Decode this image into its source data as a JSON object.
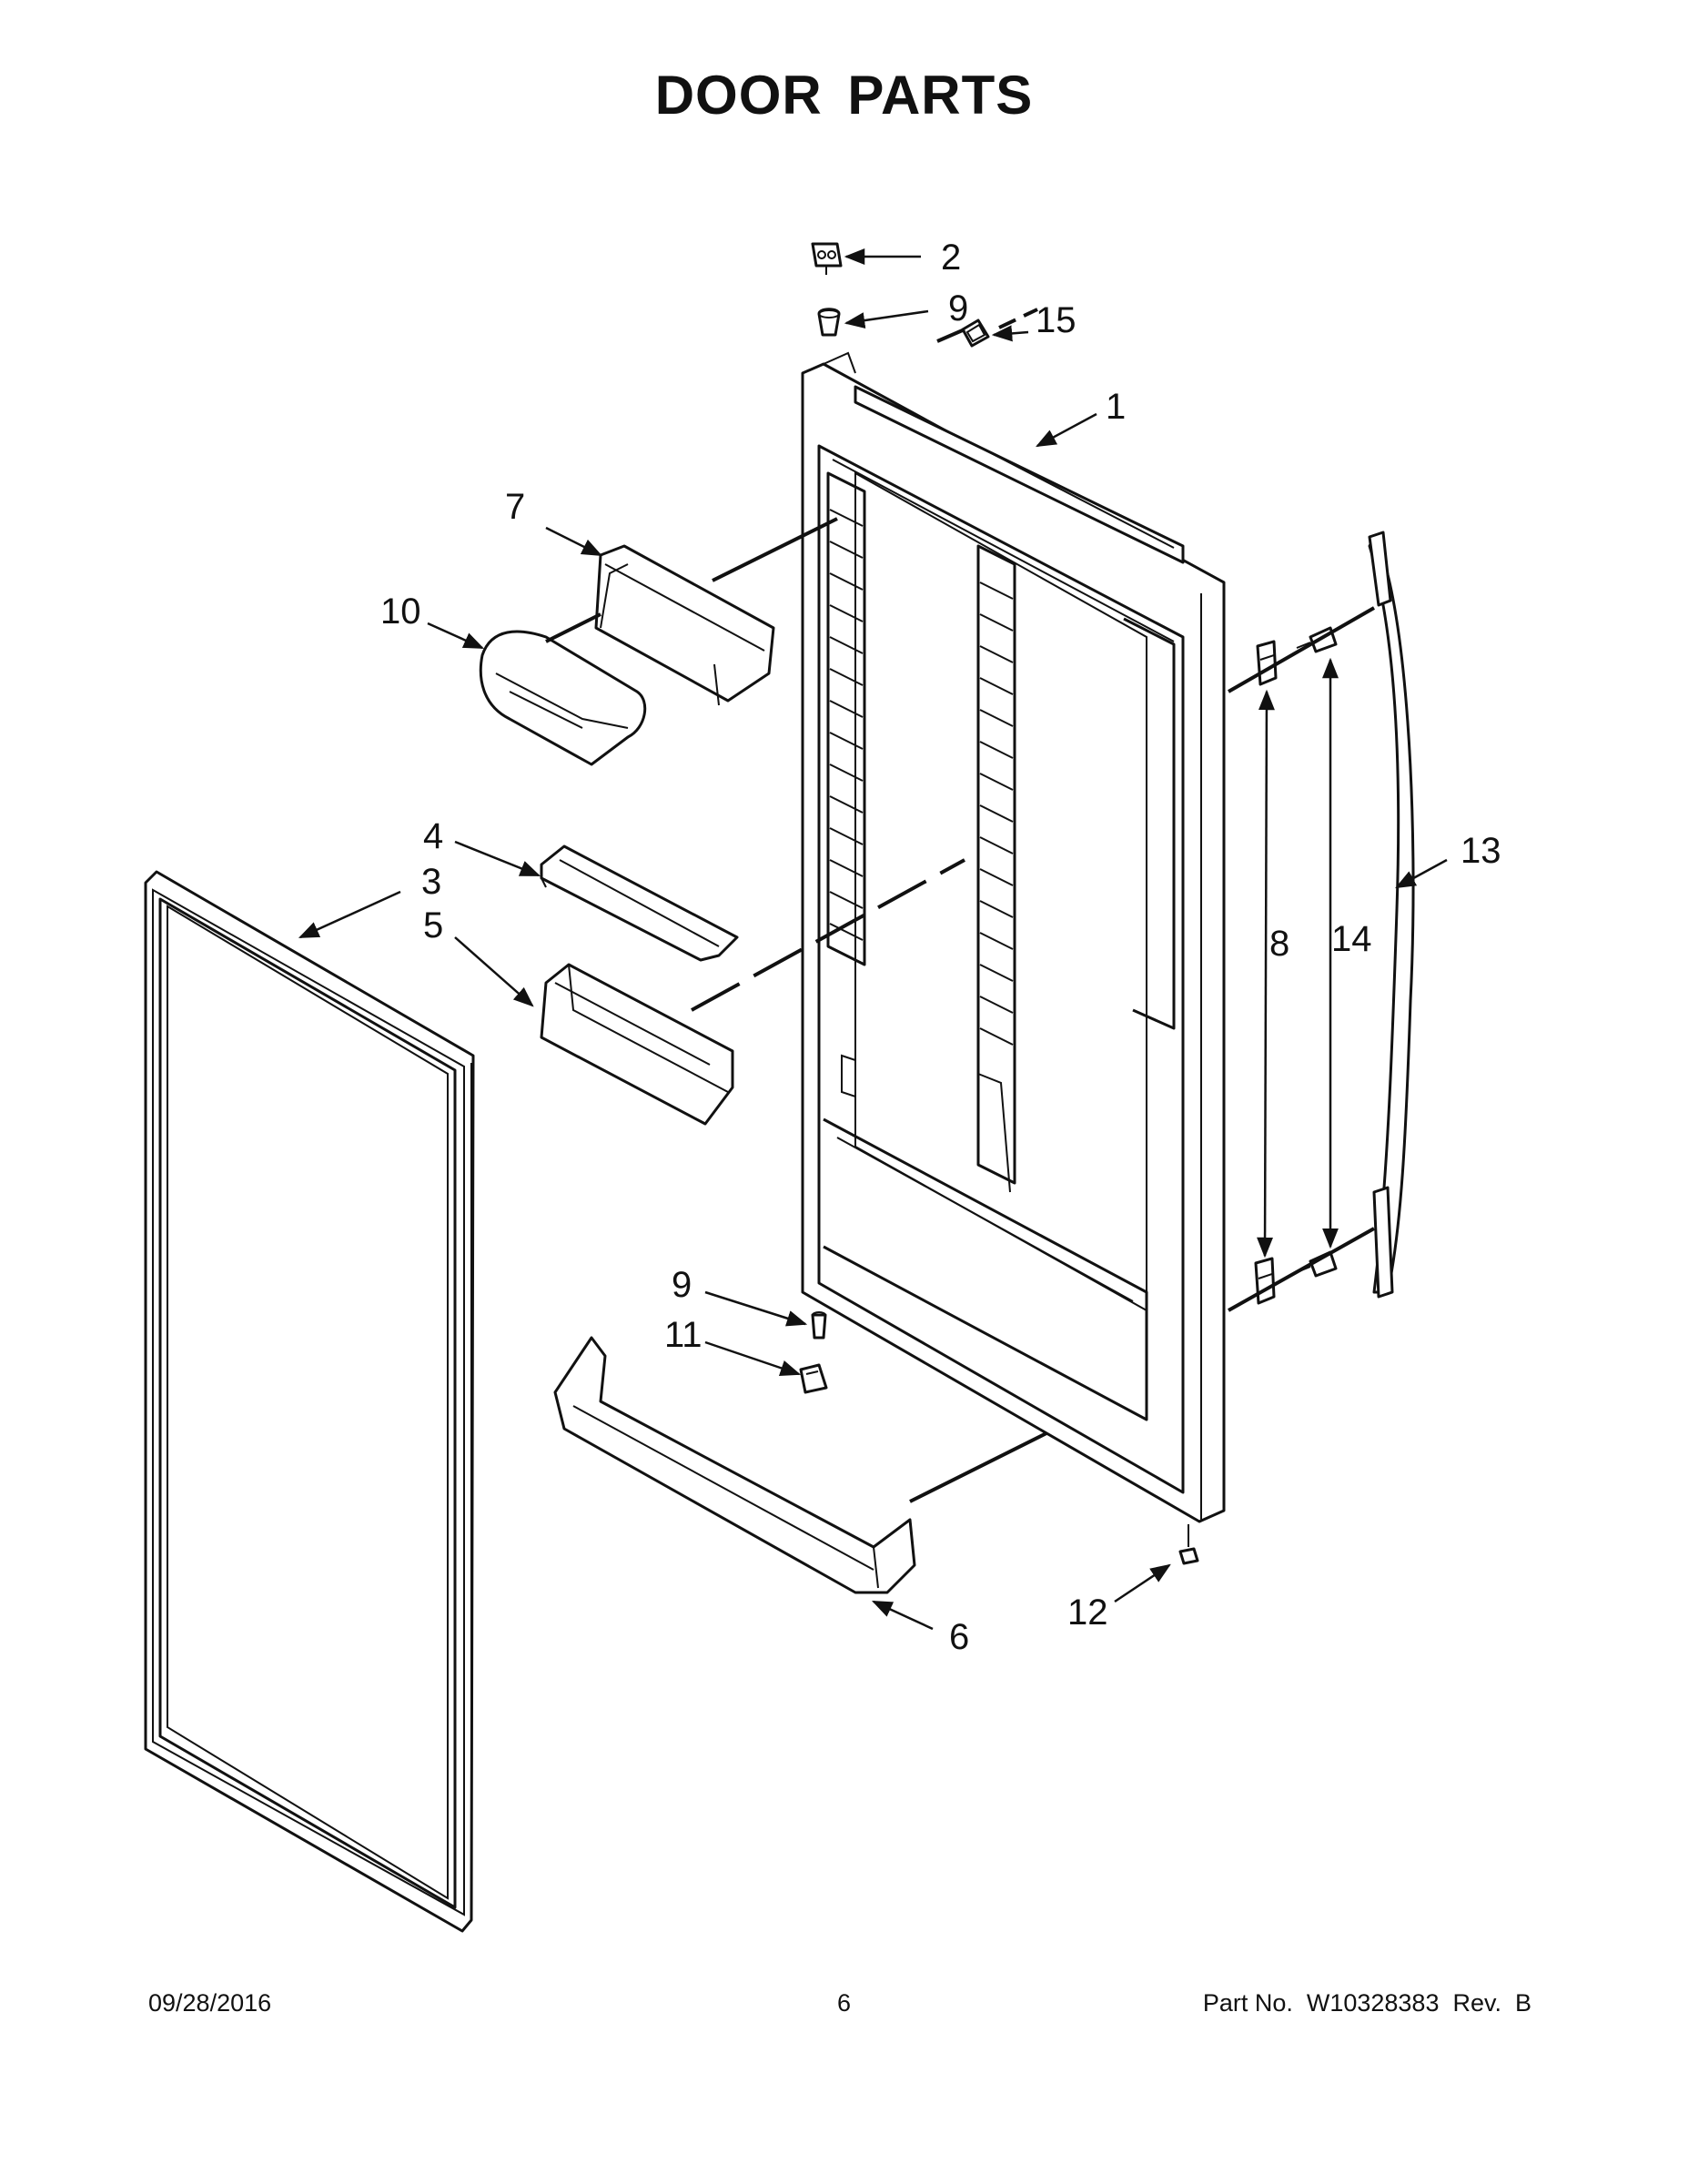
{
  "title": "DOOR PARTS",
  "callouts": [
    {
      "id": "c2",
      "label": "2"
    },
    {
      "id": "c9a",
      "label": "9"
    },
    {
      "id": "c15",
      "label": "15"
    },
    {
      "id": "c1",
      "label": "1"
    },
    {
      "id": "c7",
      "label": "7"
    },
    {
      "id": "c10",
      "label": "10"
    },
    {
      "id": "c4",
      "label": "4"
    },
    {
      "id": "c3",
      "label": "3"
    },
    {
      "id": "c5",
      "label": "5"
    },
    {
      "id": "c13",
      "label": "13"
    },
    {
      "id": "c8",
      "label": "8"
    },
    {
      "id": "c14",
      "label": "14"
    },
    {
      "id": "c9b",
      "label": "9"
    },
    {
      "id": "c11",
      "label": "11"
    },
    {
      "id": "c12",
      "label": "12"
    },
    {
      "id": "c6",
      "label": "6"
    }
  ],
  "footer": {
    "date": "09/28/2016",
    "page_number": "6",
    "part_no": "Part No.  W10328383  Rev.  B"
  }
}
